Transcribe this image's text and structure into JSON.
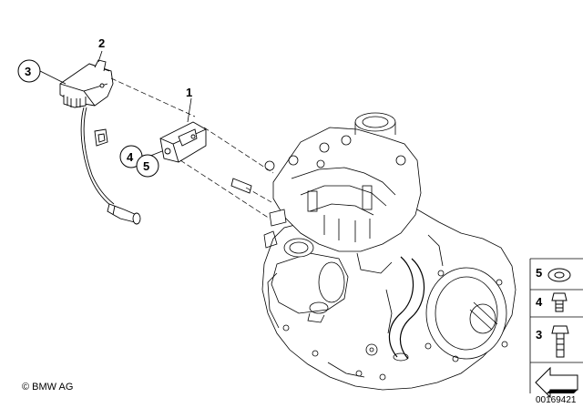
{
  "callouts": {
    "c1": "1",
    "c2": "2",
    "c3": "3",
    "c4": "4",
    "c5": "5"
  },
  "legend": {
    "items": [
      {
        "number": "5",
        "part": "washer-icon"
      },
      {
        "number": "4",
        "part": "bolt-short-icon"
      },
      {
        "number": "3",
        "part": "bolt-long-icon"
      }
    ],
    "arrow_icon": "direction-arrow-icon"
  },
  "footer": {
    "copyright": "© BMW AG",
    "figure_id": "00169421"
  },
  "colors": {
    "line": "#000000",
    "background": "#ffffff",
    "legend_panel": "#f2f2f2"
  }
}
